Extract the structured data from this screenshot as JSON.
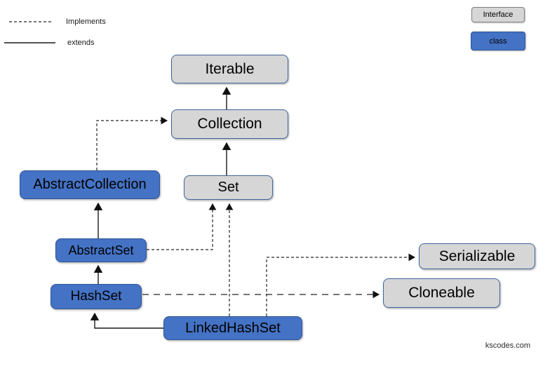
{
  "legend": {
    "implements_label": "Implements",
    "extends_label": "extends",
    "interface_label": "Interface",
    "class_label": "class"
  },
  "nodes": {
    "iterable": {
      "label": "Iterable",
      "kind": "interface"
    },
    "collection": {
      "label": "Collection",
      "kind": "interface"
    },
    "set": {
      "label": "Set",
      "kind": "interface"
    },
    "abstract_collection": {
      "label": "AbstractCollection",
      "kind": "class"
    },
    "abstract_set": {
      "label": "AbstractSet",
      "kind": "class"
    },
    "hash_set": {
      "label": "HashSet",
      "kind": "class"
    },
    "linked_hash_set": {
      "label": "LinkedHashSet",
      "kind": "class"
    },
    "serializable": {
      "label": "Serializable",
      "kind": "interface"
    },
    "cloneable": {
      "label": "Cloneable",
      "kind": "interface"
    }
  },
  "edges": [
    {
      "from": "Collection",
      "to": "Iterable",
      "type": "extends"
    },
    {
      "from": "Set",
      "to": "Collection",
      "type": "extends"
    },
    {
      "from": "AbstractCollection",
      "to": "Collection",
      "type": "implements"
    },
    {
      "from": "AbstractSet",
      "to": "AbstractCollection",
      "type": "extends"
    },
    {
      "from": "AbstractSet",
      "to": "Set",
      "type": "implements"
    },
    {
      "from": "HashSet",
      "to": "AbstractSet",
      "type": "extends"
    },
    {
      "from": "HashSet",
      "to": "Cloneable",
      "type": "implements"
    },
    {
      "from": "LinkedHashSet",
      "to": "HashSet",
      "type": "extends"
    },
    {
      "from": "LinkedHashSet",
      "to": "Set",
      "type": "implements"
    },
    {
      "from": "LinkedHashSet",
      "to": "Serializable",
      "type": "implements"
    }
  ],
  "colors": {
    "class_fill": "#4472C4",
    "interface_fill": "#D6D6D6",
    "class_border": "#2F5496",
    "interface_border": "#41659C",
    "line": "#1A1A1A"
  },
  "watermark": "kscodes.com"
}
